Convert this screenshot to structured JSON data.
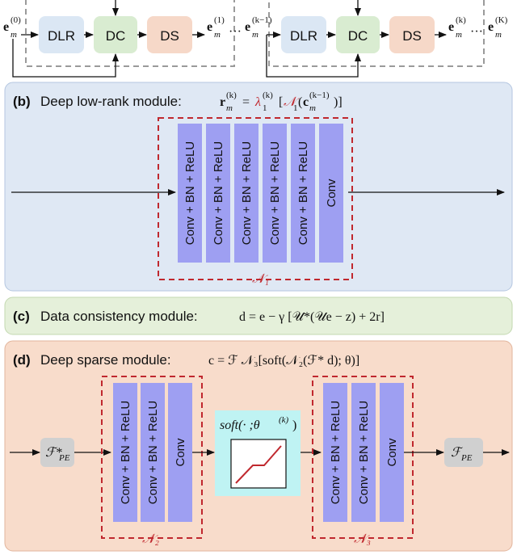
{
  "pipeline": {
    "labels": {
      "dlr": "DLR",
      "dc": "DC",
      "ds": "DS",
      "ellipsis": "···"
    },
    "vars": {
      "e_base": "e",
      "sub_m": "m",
      "sup_0": "(0)",
      "sup_1": "(1)",
      "sup_km1": "(k−1)",
      "sup_k": "(k)",
      "sup_K": "(K)"
    }
  },
  "panel_b": {
    "tag": "(b)",
    "title": "Deep low-rank module:",
    "formula": {
      "lhs": "r",
      "eq": "=",
      "lambda": "λ",
      "n_sym": "𝒩",
      "arg": "[𝒩₁(c",
      "close": ")]"
    },
    "layers": [
      "Conv + BN + ReLU",
      "Conv + BN + ReLU",
      "Conv + BN + ReLU",
      "Conv + BN + ReLU",
      "Conv + BN + ReLU",
      "Conv"
    ],
    "net_label": "𝒩₁"
  },
  "panel_c": {
    "tag": "(c)",
    "title": "Data consistency module:",
    "formula": "d = e − γ [𝒰*(𝒰e − z) + 2r]"
  },
  "panel_d": {
    "tag": "(d)",
    "title": "Deep sparse module:",
    "formula": "c = ℱ 𝒩₃[soft(𝒩₂(ℱ* d); θ)]",
    "left_op": "ℱ*",
    "right_op": "ℱ",
    "op_sub": "PE",
    "n2_layers": [
      "Conv + BN + ReLU",
      "Conv + BN + ReLU",
      "Conv"
    ],
    "n3_layers": [
      "Conv + BN + ReLU",
      "Conv + BN + ReLU",
      "Conv"
    ],
    "soft_label": "soft(· ;θ",
    "soft_sup": "(k)",
    "soft_close": ")",
    "n2_label": "𝒩₂",
    "n3_label": "𝒩₃"
  },
  "colors": {
    "dlr_fill": "#dbe7f4",
    "dc_fill": "#d9ecd1",
    "ds_fill": "#f6d8c8",
    "panel_b_bg": "#dfe8f4",
    "panel_c_bg": "#e5f0da",
    "panel_d_bg": "#f8dccb",
    "layer_fill": "#9e9ff2",
    "dashed_red": "#c0282e",
    "soft_box": "#bff3f3",
    "op_box": "#d0d0d0"
  }
}
